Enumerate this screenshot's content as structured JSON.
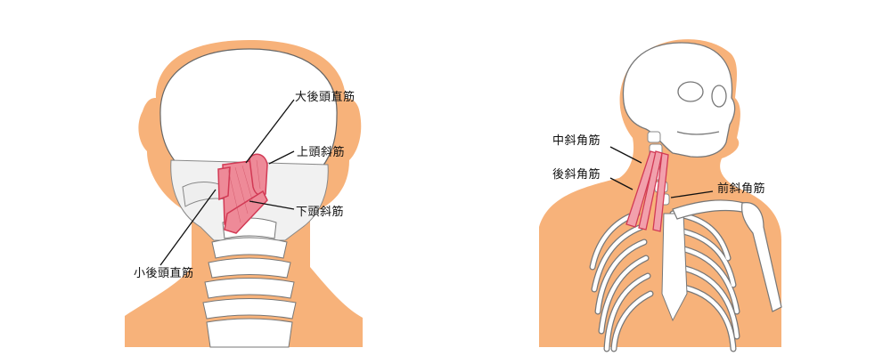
{
  "left_figure": {
    "title": "suboccipital muscles (posterior view)",
    "labels": {
      "rectus_capitis_posterior_major": "大後頭直筋",
      "obliquus_capitis_superior": "上頭斜筋",
      "obliquus_capitis_inferior": "下頭斜筋",
      "rectus_capitis_posterior_minor": "小後頭直筋"
    }
  },
  "right_figure": {
    "title": "scalene muscles (anterior-oblique view)",
    "labels": {
      "scalenus_medius": "中斜角筋",
      "scalenus_posterior": "後斜角筋",
      "scalenus_anterior": "前斜角筋"
    }
  },
  "colors": {
    "skin": "#F7B27A",
    "bone": "#FFFFFF",
    "bone_outline": "#777777",
    "muscle": "#E8677A",
    "muscle_outline": "#D23A55",
    "leader_line": "#111111"
  }
}
